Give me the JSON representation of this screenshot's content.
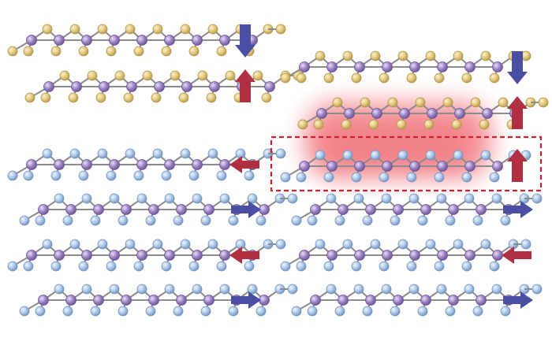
{
  "colors": {
    "metal_atom": "#9a82c2",
    "metal_atom_stroke": "#6d5596",
    "yellow_atom": "#e2c77a",
    "yellow_atom_stroke": "#b0954a",
    "blue_atom": "#a9c6e8",
    "blue_atom_stroke": "#7394c0",
    "bond": "#8c8c8c",
    "arrow_blue": "#4a4fa3",
    "arrow_red": "#b03042",
    "highlight_glow": "#f27d82",
    "dashed_box": "#d42030"
  },
  "left_panel": {
    "layers": [
      {
        "material": "yellow",
        "arrow": "down",
        "arrow_color": "blue"
      },
      {
        "material": "yellow",
        "arrow": "up",
        "arrow_color": "red"
      },
      {
        "material": "blue",
        "arrow": "left",
        "arrow_color": "red"
      },
      {
        "material": "blue",
        "arrow": "right",
        "arrow_color": "blue"
      },
      {
        "material": "blue",
        "arrow": "left",
        "arrow_color": "red"
      },
      {
        "material": "blue",
        "arrow": "right",
        "arrow_color": "blue"
      }
    ]
  },
  "right_panel": {
    "layers": [
      {
        "material": "yellow",
        "arrow": "down",
        "arrow_color": "blue"
      },
      {
        "material": "yellow",
        "arrow": "up",
        "arrow_color": "red",
        "highlighted": true
      },
      {
        "material": "blue",
        "arrow": "up",
        "arrow_color": "red",
        "highlighted": true,
        "in_dashed_box": true
      },
      {
        "material": "blue",
        "arrow": "right",
        "arrow_color": "blue"
      },
      {
        "material": "blue",
        "arrow": "left",
        "arrow_color": "red"
      },
      {
        "material": "blue",
        "arrow": "right",
        "arrow_color": "blue"
      }
    ]
  }
}
